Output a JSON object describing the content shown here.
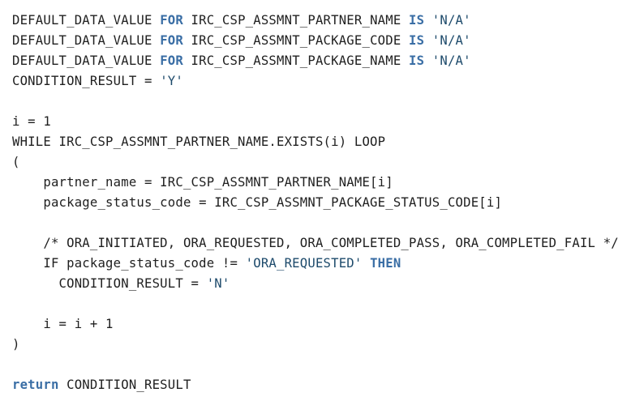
{
  "code": {
    "lines": [
      [
        {
          "t": "DEFAULT_DATA_VALUE "
        },
        {
          "t": "FOR",
          "k": "kw"
        },
        {
          "t": " IRC_CSP_ASSMNT_PARTNER_NAME "
        },
        {
          "t": "IS",
          "k": "kw"
        },
        {
          "t": " "
        },
        {
          "t": "'N/A'",
          "k": "str"
        }
      ],
      [
        {
          "t": "DEFAULT_DATA_VALUE "
        },
        {
          "t": "FOR",
          "k": "kw"
        },
        {
          "t": " IRC_CSP_ASSMNT_PACKAGE_CODE "
        },
        {
          "t": "IS",
          "k": "kw"
        },
        {
          "t": " "
        },
        {
          "t": "'N/A'",
          "k": "str"
        }
      ],
      [
        {
          "t": "DEFAULT_DATA_VALUE "
        },
        {
          "t": "FOR",
          "k": "kw"
        },
        {
          "t": " IRC_CSP_ASSMNT_PACKAGE_NAME "
        },
        {
          "t": "IS",
          "k": "kw"
        },
        {
          "t": " "
        },
        {
          "t": "'N/A'",
          "k": "str"
        }
      ],
      [
        {
          "t": "CONDITION_RESULT = "
        },
        {
          "t": "'Y'",
          "k": "str"
        }
      ],
      [],
      [
        {
          "t": "i = 1"
        }
      ],
      [
        {
          "t": "WHILE IRC_CSP_ASSMNT_PARTNER_NAME.EXISTS(i) LOOP"
        }
      ],
      [
        {
          "t": "("
        }
      ],
      [
        {
          "t": "    partner_name = IRC_CSP_ASSMNT_PARTNER_NAME[i]"
        }
      ],
      [
        {
          "t": "    package_status_code = IRC_CSP_ASSMNT_PACKAGE_STATUS_CODE[i]"
        }
      ],
      [],
      [
        {
          "t": "    /* ORA_INITIATED, ORA_REQUESTED, ORA_COMPLETED_PASS, ORA_COMPLETED_FAIL */",
          "k": "cmt"
        }
      ],
      [
        {
          "t": "    IF package_status_code != "
        },
        {
          "t": "'ORA_REQUESTED'",
          "k": "str"
        },
        {
          "t": " "
        },
        {
          "t": "THEN",
          "k": "kw"
        }
      ],
      [
        {
          "t": "      CONDITION_RESULT = "
        },
        {
          "t": "'N'",
          "k": "str"
        }
      ],
      [],
      [
        {
          "t": "    i = i + 1"
        }
      ],
      [
        {
          "t": ")"
        }
      ],
      [],
      [
        {
          "t": "return",
          "k": "kw"
        },
        {
          "t": " CONDITION_RESULT"
        }
      ]
    ]
  },
  "colors": {
    "keyword": "#3a6ea5",
    "string": "#1d4a6b",
    "text": "#1f1f1f",
    "background": "#ffffff"
  }
}
